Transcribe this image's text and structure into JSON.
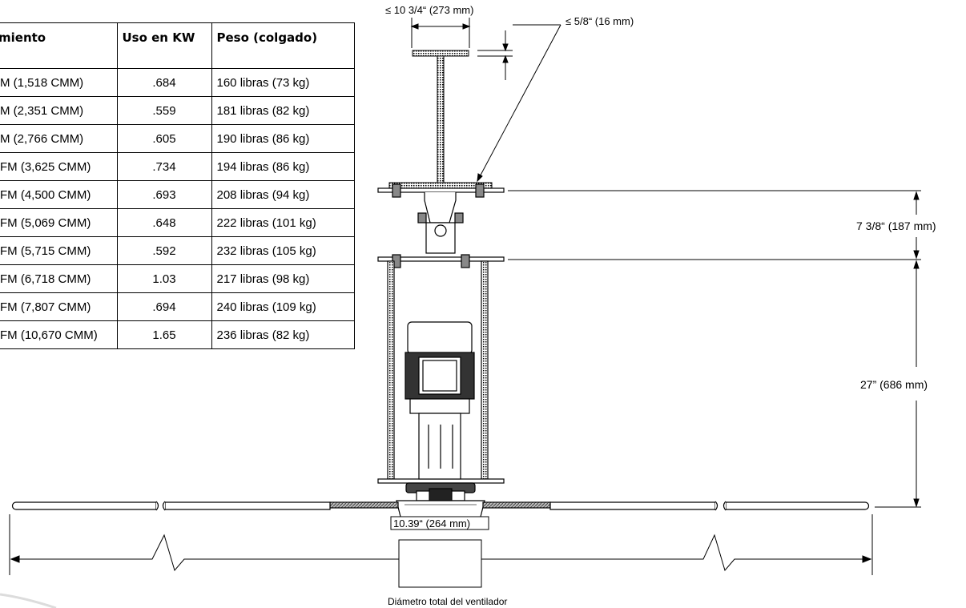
{
  "table": {
    "headers": [
      "miento",
      "Uso en KW",
      "Peso (colgado)"
    ],
    "rows": [
      [
        "M (1,518 CMM)",
        ".684",
        "160 libras (73 kg)"
      ],
      [
        "M (2,351 CMM)",
        ".559",
        "181 libras (82 kg)"
      ],
      [
        "M (2,766 CMM)",
        ".605",
        "190 libras (86 kg)"
      ],
      [
        "FM (3,625 CMM)",
        ".734",
        "194 libras (86 kg)"
      ],
      [
        "FM (4,500 CMM)",
        ".693",
        "208 libras (94 kg)"
      ],
      [
        "FM (5,069 CMM)",
        ".648",
        "222 libras (101 kg)"
      ],
      [
        "FM (5,715 CMM)",
        ".592",
        "232 libras (105 kg)"
      ],
      [
        "FM (6,718 CMM)",
        "1.03",
        "217 libras (98 kg)"
      ],
      [
        "FM (7,807 CMM)",
        ".694",
        "240 libras (109 kg)"
      ],
      [
        "FM (10,670 CMM)",
        "1.65",
        "236 libras (82 kg)"
      ]
    ]
  },
  "dimensions": {
    "beam_width": "≤ 10 3/4“ (273 mm)",
    "flange_thickness": "≤ 5/8“ (16 mm)",
    "mount_height": "7 3/8“ (187 mm)",
    "drop_height": "27” (686 mm)",
    "hub_width": "10.39“ (264 mm)",
    "diameter_caption": "Diámetro total del ventilador"
  }
}
